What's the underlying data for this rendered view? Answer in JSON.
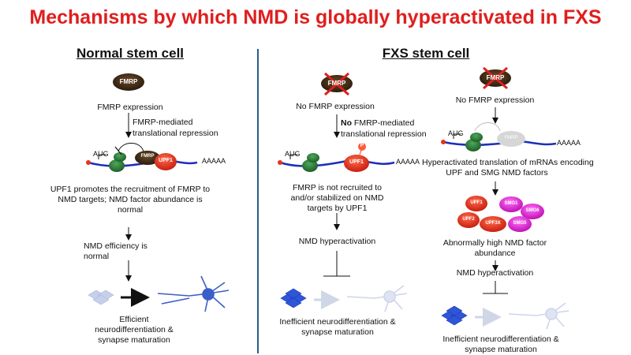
{
  "title": "Mechanisms by which NMD is globally hyperactivated in FXS",
  "normal": {
    "heading": "Normal stem cell",
    "fmrp_label": "FMRP",
    "expression": "FMRP expression",
    "mediated_1": "FMRP-mediated",
    "mediated_2": "translational repression",
    "aug": "AUG",
    "upf1": "UPF1",
    "polya": "AAAAA",
    "upf1_text_1": "UPF1 promotes the  recruitment of  FMRP to",
    "upf1_text_2": "NMD targets; NMD factor abundance is",
    "upf1_text_3": "normal",
    "efficiency_1": "NMD efficiency is",
    "efficiency_2": "normal",
    "outcome_1": "Efficient",
    "outcome_2": "neurodifferentiation &",
    "outcome_3": "synapse maturation"
  },
  "fxs": {
    "heading": "FXS stem cell",
    "fmrp_label": "FMRP",
    "no_expression": "No FMRP expression",
    "no_word": "No",
    "mediated_1": " FMRP-mediated",
    "mediated_2": "translational  repression",
    "aug": "AUG",
    "p_label": "P",
    "upf1": "UPF1",
    "polya": "AAAAA",
    "recruit_1": "FMRP is not recruited to",
    "recruit_2": "and/or stabilized on NMD",
    "recruit_3": "targets by UPF1",
    "hyper_a": "NMD hyperactivation",
    "outcome_a1": "Inefficient neurodifferentiation &",
    "outcome_a2": "synapse maturation",
    "no_expression_2": "No FMRP expression",
    "fmrp_ghost": "FMRP",
    "aug_2": "AUG",
    "polya_2": "AAAAA",
    "translation_1": "Hyperactivated translation of mRNAs encoding",
    "translation_2": "UPF and SMG NMD factors",
    "factors": [
      "UPF1",
      "SMG1",
      "SMG6",
      "UPF2",
      "UPF3X",
      "SMG5"
    ],
    "abundance_1": "Abnormally high NMD factor",
    "abundance_2": "abundance",
    "hyper_b": "NMD hyperactivation",
    "outcome_b1": "Inefficient neurodifferentiation &",
    "outcome_b2": "synapse maturation"
  },
  "colors": {
    "title": "#e01e1e",
    "fmrp": "#3b2a17",
    "upf1": "#e8321e",
    "smg": "#e020d8",
    "ribosome": "#2f7d3a",
    "mrna": "#1c2fb8",
    "divider": "#2a5d8c",
    "cell": "#3a5fc8"
  }
}
